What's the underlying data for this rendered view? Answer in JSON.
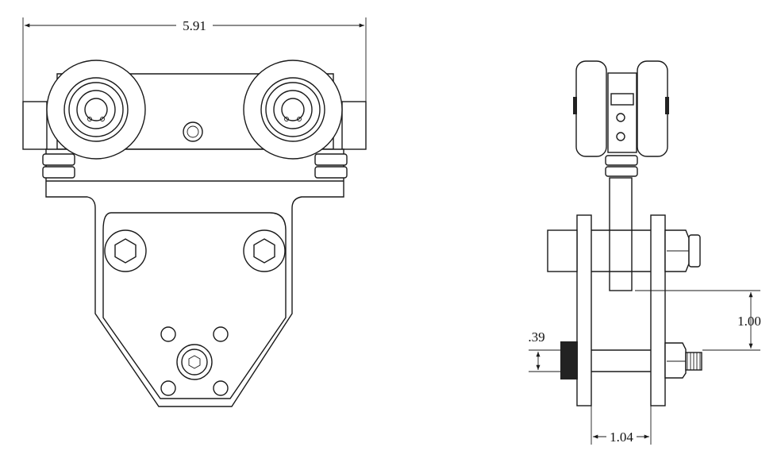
{
  "drawing": {
    "dimensions": {
      "overall_width": "5.91",
      "height_offset": "1.00",
      "bolt_offset": ".39",
      "plate_gap": "1.04"
    },
    "colors": {
      "line": "#1a1a1a",
      "background": "#ffffff",
      "nut": "#222222"
    }
  }
}
